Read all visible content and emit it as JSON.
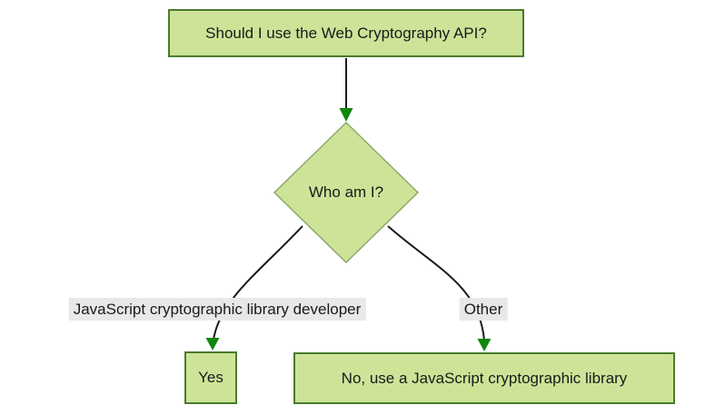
{
  "diagram": {
    "type": "flowchart",
    "direction": "top-down",
    "nodes": [
      {
        "id": "start",
        "shape": "rectangle",
        "label": "Should I use the Web Cryptography API?"
      },
      {
        "id": "decision",
        "shape": "diamond",
        "label": "Who am I?"
      },
      {
        "id": "yes",
        "shape": "rectangle",
        "label": "Yes"
      },
      {
        "id": "no",
        "shape": "rectangle",
        "label": "No, use a JavaScript cryptographic library"
      }
    ],
    "edges": [
      {
        "from": "start",
        "to": "decision",
        "label": ""
      },
      {
        "from": "decision",
        "to": "yes",
        "label": "JavaScript cryptographic library developer"
      },
      {
        "from": "decision",
        "to": "no",
        "label": "Other"
      }
    ],
    "colors": {
      "node_fill": "#cde498",
      "node_border": "#4a7a2e",
      "diamond_border": "#8aa96c",
      "edge_line": "#1b1b1b",
      "arrowhead": "#0f870f",
      "edge_label_bg": "#e8e8e8",
      "text": "#1a1a1a",
      "background": "#ffffff"
    }
  }
}
